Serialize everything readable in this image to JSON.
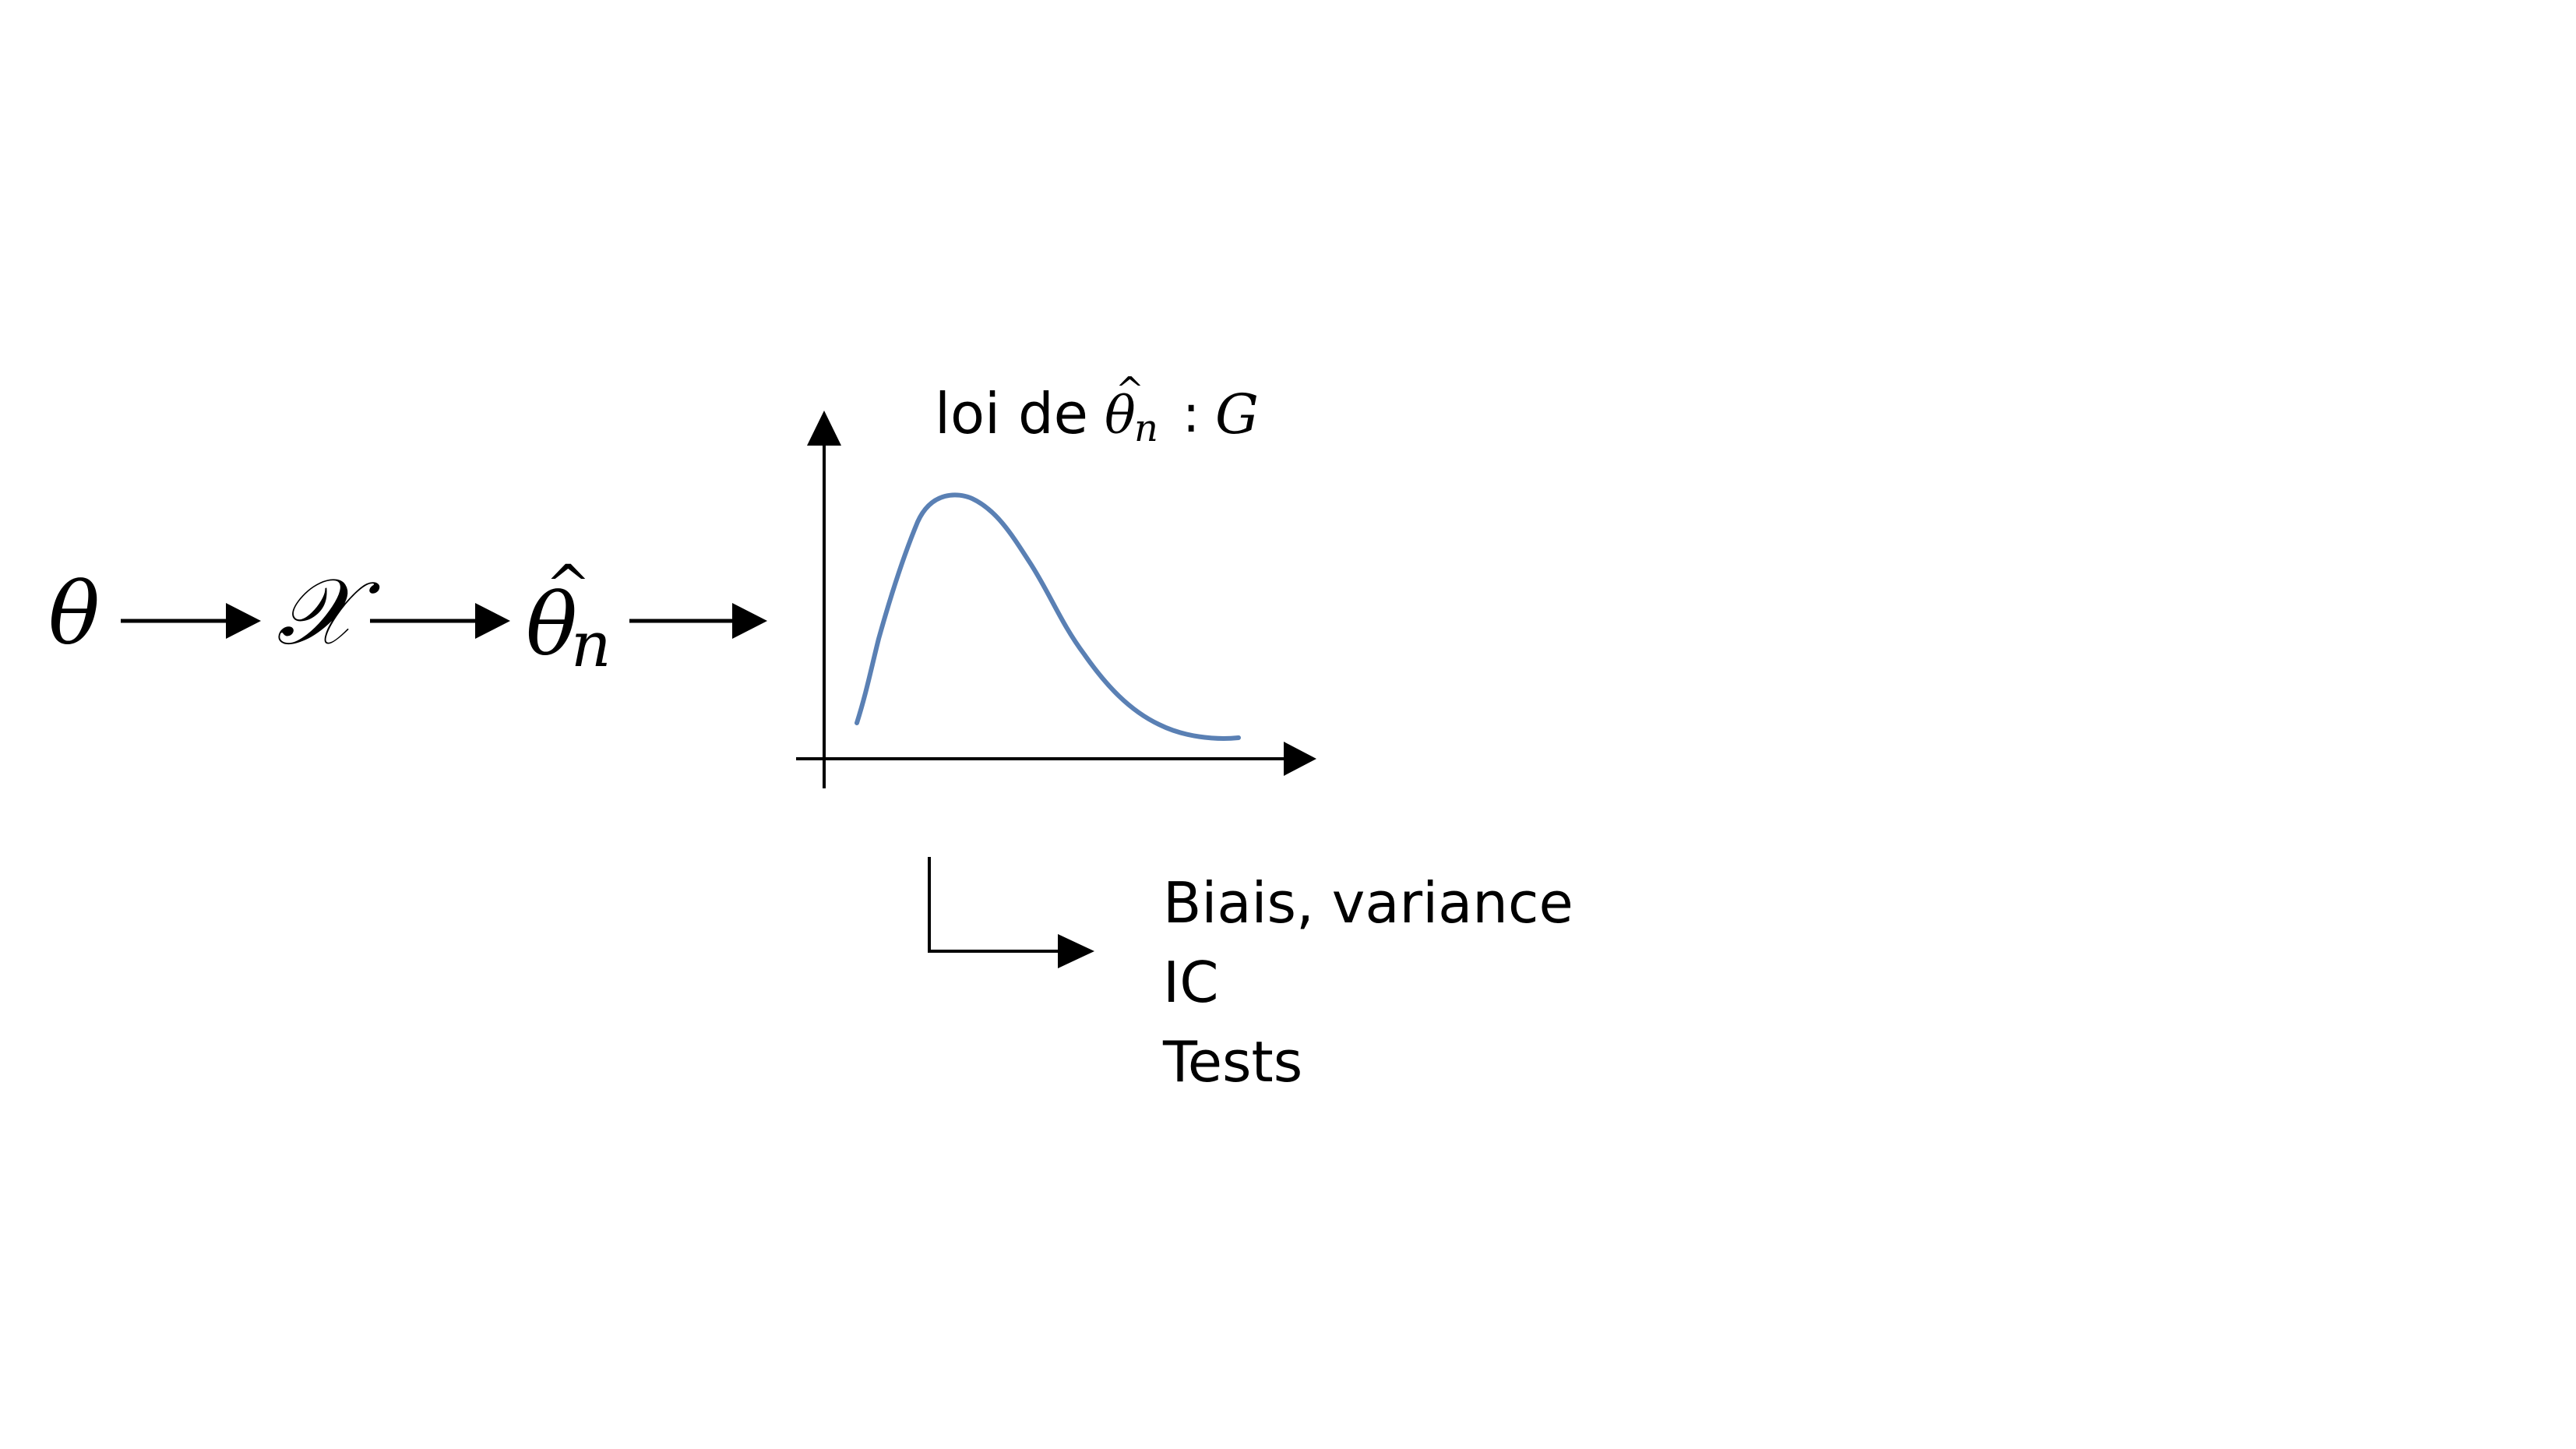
{
  "flow": {
    "theta": "θ",
    "sample": "𝒳",
    "estimator_base": "θ",
    "estimator_hat": "^",
    "estimator_sub": "n"
  },
  "plot": {
    "title_prefix": "loi de",
    "title_theta": "θ",
    "title_hat": "^",
    "title_sub": "n",
    "title_colon": ":",
    "title_dist": "G",
    "curve_color": "#5a80b4"
  },
  "uses": {
    "items": [
      "Biais, variance",
      "IC",
      "Tests"
    ]
  },
  "colors": {
    "ink": "#000000",
    "curve": "#5a80b4",
    "background": "#ffffff"
  }
}
